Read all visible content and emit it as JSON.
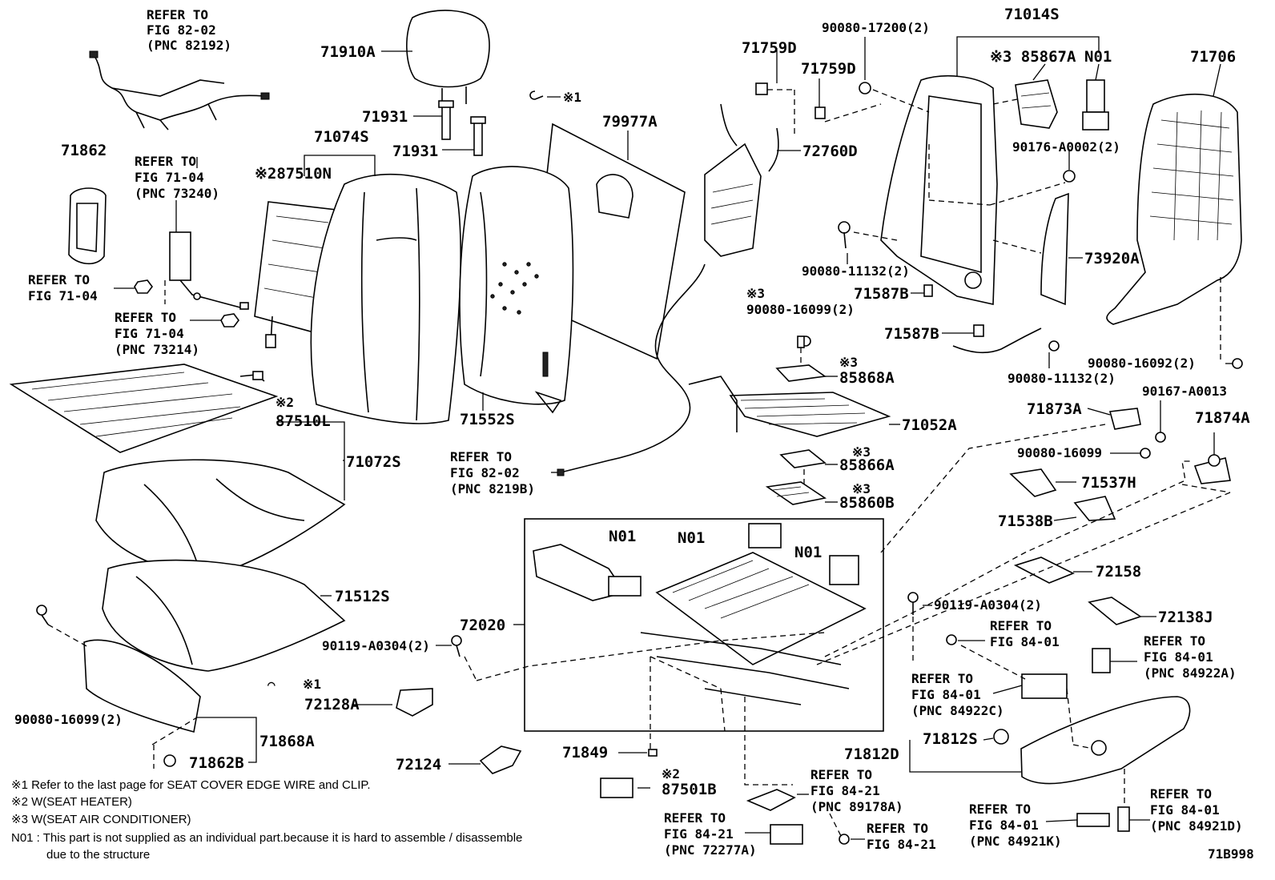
{
  "diagram_id": "71B998",
  "labels": {
    "refer_8202_a": [
      "REFER TO",
      "FIG 82-02",
      "(PNC 82192)"
    ],
    "p71910A": "71910A",
    "p71931_a": "71931",
    "p71931_b": "71931",
    "mark1_top": "※1",
    "p79977A": "79977A",
    "p71074S": "71074S",
    "p87510N": "※287510N",
    "p71862": "71862",
    "refer_7104_pnc73240": [
      "REFER TO",
      "FIG 71-04",
      "(PNC 73240)"
    ],
    "refer_7104_left": [
      "REFER TO",
      "FIG 71-04"
    ],
    "refer_7104_pnc73214": [
      "REFER TO",
      "FIG 71-04",
      "(PNC 73214)"
    ],
    "p87510L_mark": "※2",
    "p87510L": "87510L",
    "p71072S": "71072S",
    "p71552S": "71552S",
    "p71512S": "71512S",
    "p90080_16099_2_left": "90080-16099(2)",
    "mark1_mid": "※1",
    "p72128A": "72128A",
    "p71868A": "71868A",
    "p71862B": "71862B",
    "p72124": "72124",
    "p71759D_a": "71759D",
    "p71759D_b": "71759D",
    "p90080_17200": "90080-17200(2)",
    "p72760D": "72760D",
    "p71014S": "71014S",
    "p85867A": "※3 85867A",
    "pN01_top": "N01",
    "p71706": "71706",
    "p90176": "90176-A0002(2)",
    "p90080_11132_a": "90080-11132(2)",
    "p73920A": "73920A",
    "mark3_a": "※3",
    "p90080_16099_2_mid": "90080-16099(2)",
    "p71587B_a": "71587B",
    "p71587B_b": "71587B",
    "mark3_b": "※3",
    "p85868A": "85868A",
    "p90080_11132_b": "90080-11132(2)",
    "p90080_16092": "90080-16092(2)",
    "p71052A": "71052A",
    "refer_8202_b": [
      "REFER TO",
      "FIG 82-02",
      "(PNC 8219B)"
    ],
    "mark3_c": "※3",
    "p85866A": "85866A",
    "mark3_d": "※3",
    "p85860B": "85860B",
    "p71873A": "71873A",
    "p90167": "90167-A0013",
    "p71874A": "71874A",
    "p90080_16099_single": "90080-16099",
    "p71537H": "71537H",
    "p71538B": "71538B",
    "pN01_a": "N01",
    "pN01_b": "N01",
    "pN01_c": "N01",
    "p72158": "72158",
    "p72020": "72020",
    "p90119_a": "90119-A0304(2)",
    "p90119_b": "90119-A0304(2)",
    "p72138J": "72138J",
    "refer_8401_a": [
      "REFER TO",
      "FIG 84-01"
    ],
    "refer_8401_pnc84922A": [
      "REFER TO",
      "FIG 84-01",
      "(PNC 84922A)"
    ],
    "refer_8401_pnc84922C": [
      "REFER TO",
      "FIG 84-01",
      "(PNC 84922C)"
    ],
    "p71849": "71849",
    "p87501B_mark": "※2",
    "p87501B": "87501B",
    "p71812S": "71812S",
    "p71812D": "71812D",
    "refer_8421_pnc89178A": [
      "REFER TO",
      "FIG 84-21",
      "(PNC 89178A)"
    ],
    "refer_8421_pnc72277A": [
      "REFER TO",
      "FIG 84-21",
      "(PNC 72277A)"
    ],
    "refer_8421": [
      "REFER TO",
      "FIG 84-21"
    ],
    "refer_8401_pnc84921K": [
      "REFER TO",
      "FIG 84-01",
      "(PNC 84921K)"
    ],
    "refer_8401_pnc84921D": [
      "REFER TO",
      "FIG 84-01",
      "(PNC 84921D)"
    ]
  },
  "notes": {
    "n1": "※1  Refer to the last page for SEAT COVER EDGE WIRE and CLIP.",
    "n2": "※2  W(SEAT HEATER)",
    "n3": "※3  W(SEAT AIR CONDITIONER)",
    "n4a": "N01 : This part is not supplied as an individual part.because it is hard to assemble / disassemble",
    "n4b": "due to the structure"
  }
}
